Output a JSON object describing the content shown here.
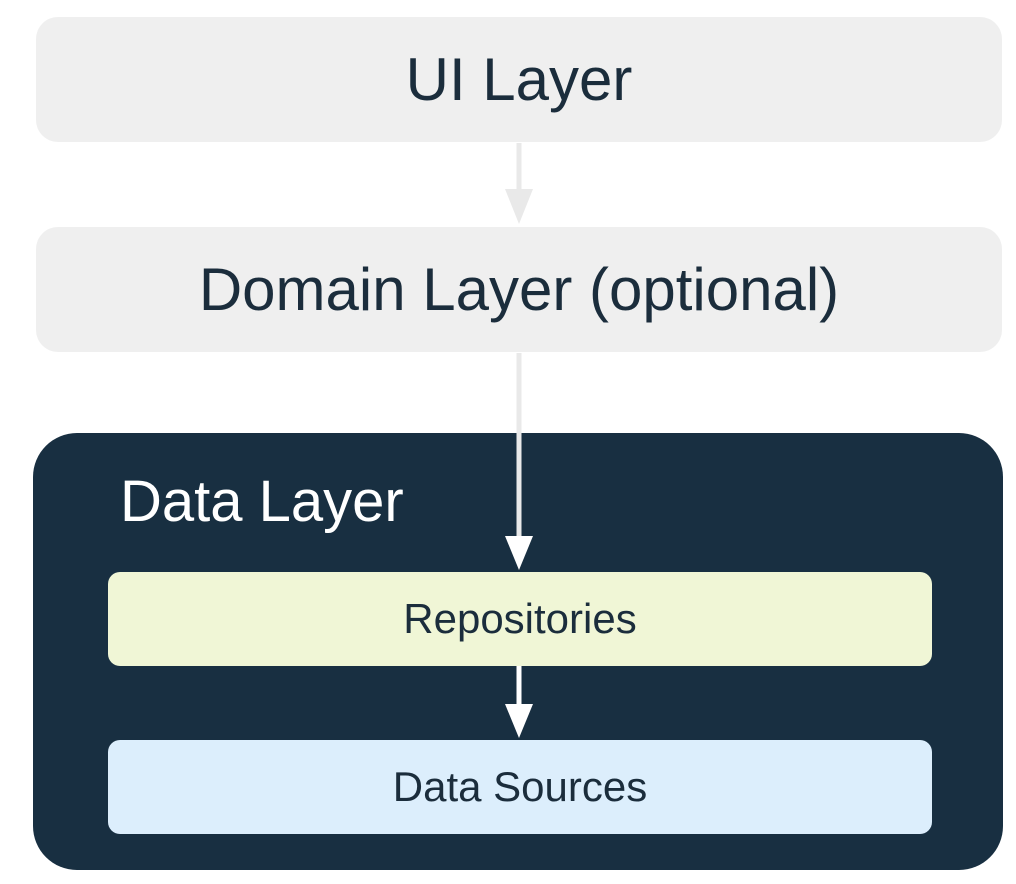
{
  "ui_layer": {
    "label": "UI Layer"
  },
  "domain_layer": {
    "label": "Domain Layer (optional)"
  },
  "data_layer": {
    "label": "Data Layer",
    "repositories": {
      "label": "Repositories"
    },
    "data_sources": {
      "label": "Data Sources"
    }
  },
  "colors": {
    "light_layer_bg": "#efefef",
    "data_layer_bg": "#182f41",
    "repositories_bg": "#f0f6d6",
    "data_sources_bg": "#dceefc",
    "text_dark": "#1b2d3c",
    "text_light": "#ffffff",
    "arrow_light": "#e9e9e9",
    "arrow_white": "#ffffff"
  }
}
